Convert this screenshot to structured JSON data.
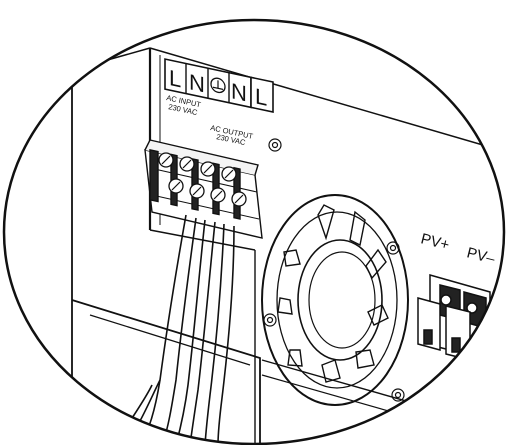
{
  "terminal_block": {
    "letters": [
      "L",
      "N",
      "N",
      "L"
    ],
    "ac_input_line1": "AC INPUT",
    "ac_input_line2": "230 VAC",
    "ac_output_line1": "AC OUTPUT",
    "ac_output_line2": "230 VAC"
  },
  "pv": {
    "plus_label": "PV+",
    "minus_label": "PV–"
  },
  "colors": {
    "line": "#111111",
    "background": "#ffffff"
  }
}
